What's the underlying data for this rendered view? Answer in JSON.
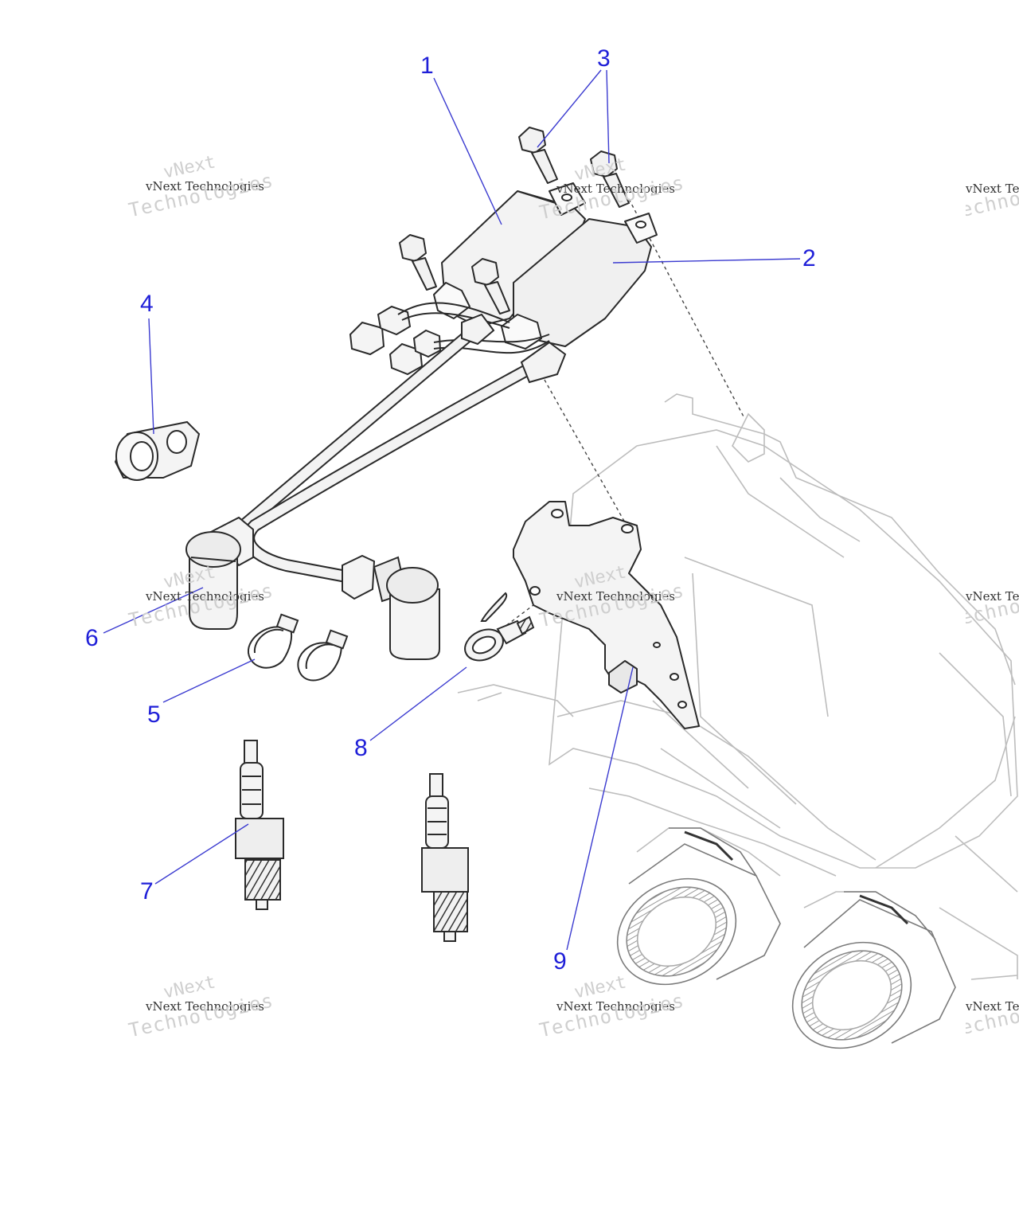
{
  "diagram": {
    "callouts": [
      {
        "id": "1",
        "label": "1"
      },
      {
        "id": "2",
        "label": "2"
      },
      {
        "id": "3",
        "label": "3"
      },
      {
        "id": "4",
        "label": "4"
      },
      {
        "id": "5",
        "label": "5"
      },
      {
        "id": "6",
        "label": "6"
      },
      {
        "id": "7",
        "label": "7"
      },
      {
        "id": "8",
        "label": "8"
      },
      {
        "id": "9",
        "label": "9"
      }
    ],
    "watermark": {
      "line1": "vNext Technologies",
      "line2": "Technologies",
      "line0": "vNext"
    },
    "colors": {
      "callout": "#1f1fd8",
      "leader": "#3b3bd0",
      "outline": "#2a2a2a",
      "ghost": "#bdbdbd"
    }
  }
}
